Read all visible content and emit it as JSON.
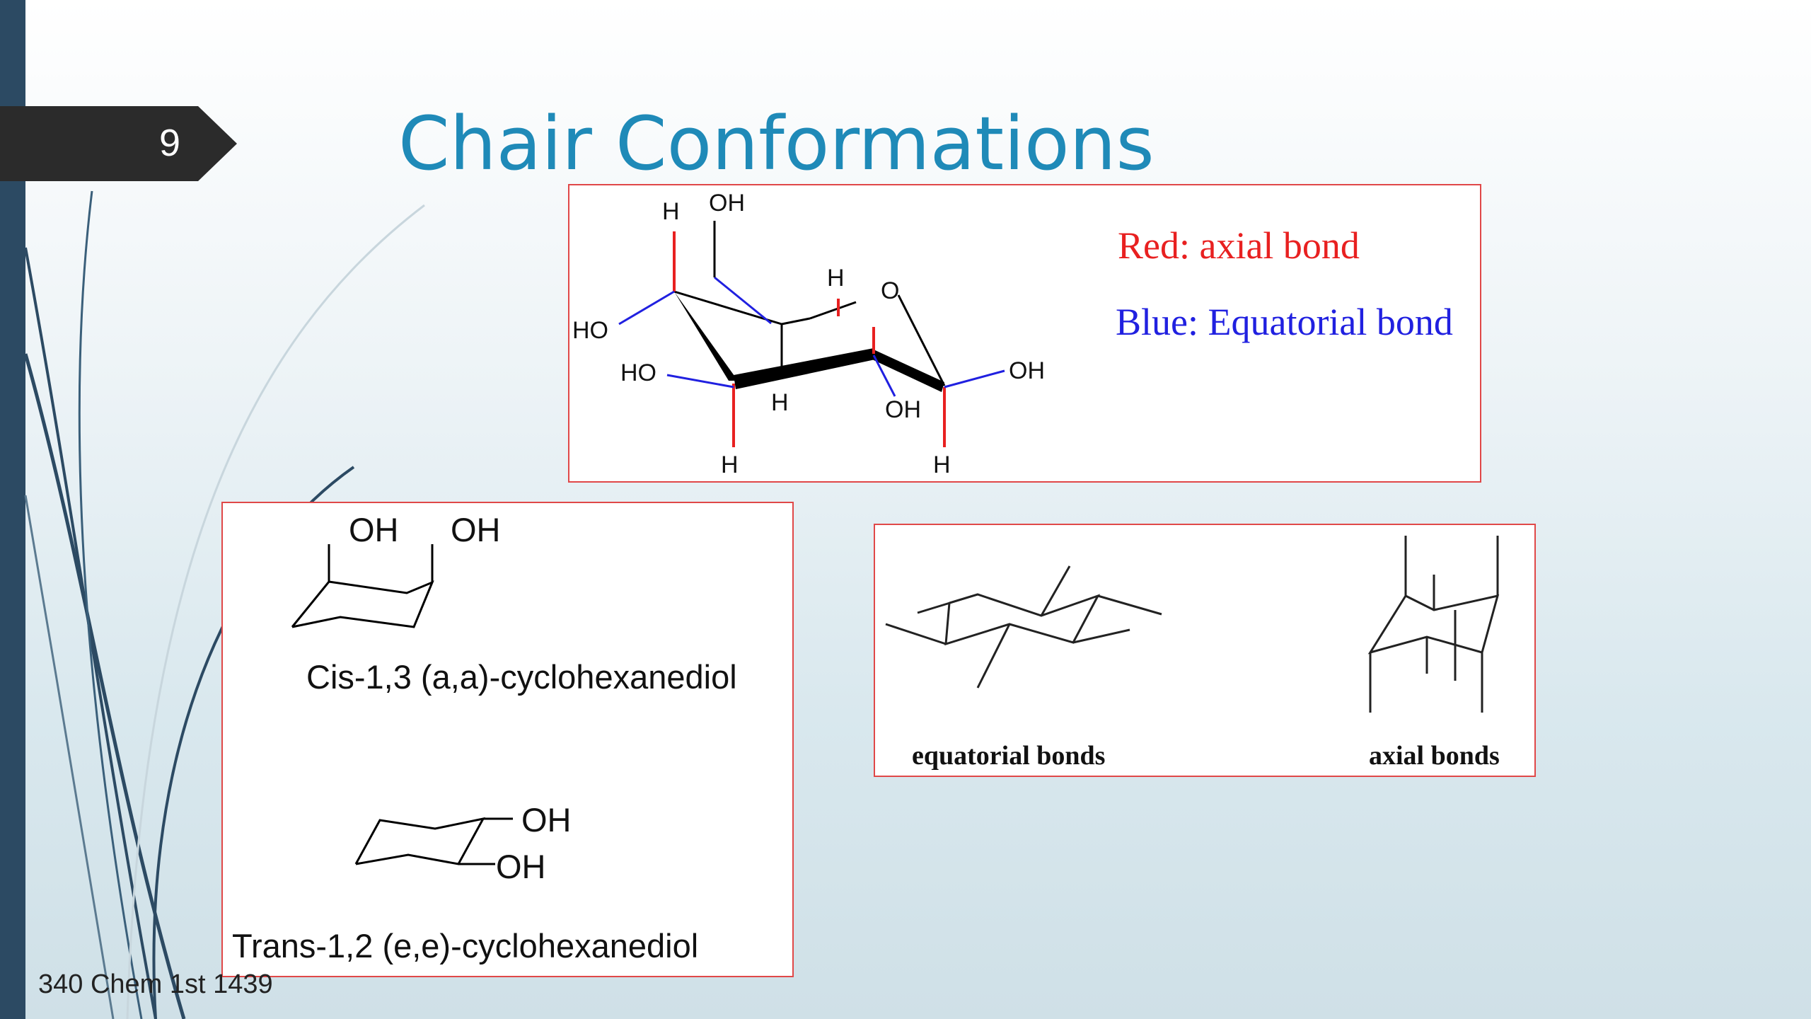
{
  "slide": {
    "number": "9",
    "title": "Chair Conformations",
    "footer": "340 Chem 1st 1439"
  },
  "glucose_box": {
    "legend_red": "Red: axial bond",
    "legend_blue": "Blue:  Equatorial bond",
    "atoms": {
      "h_top": "H",
      "oh_top": "OH",
      "h_mid": "H",
      "o_ring": "O",
      "ho_left": "HO",
      "ho_left2": "HO",
      "oh_right": "OH",
      "h_bottom_mid": "H",
      "oh_bottom": "OH",
      "h_bottom_left": "H",
      "h_bottom_right": "H"
    }
  },
  "diol_box": {
    "cis_oh1": "OH",
    "cis_oh2": "OH",
    "cis_caption": "Cis-1,3 (a,a)-cyclohexanediol",
    "trans_oh1": "OH",
    "trans_oh2": "OH",
    "trans_caption": "Trans-1,2 (e,e)-cyclohexanediol"
  },
  "bonds_box": {
    "equatorial_label": "equatorial bonds",
    "axial_label": "axial bonds"
  },
  "colors": {
    "title": "#1f8ab8",
    "axial": "#e82020",
    "equatorial": "#2020e0",
    "box_border": "#e04848",
    "left_bar": "#2c4a63"
  }
}
